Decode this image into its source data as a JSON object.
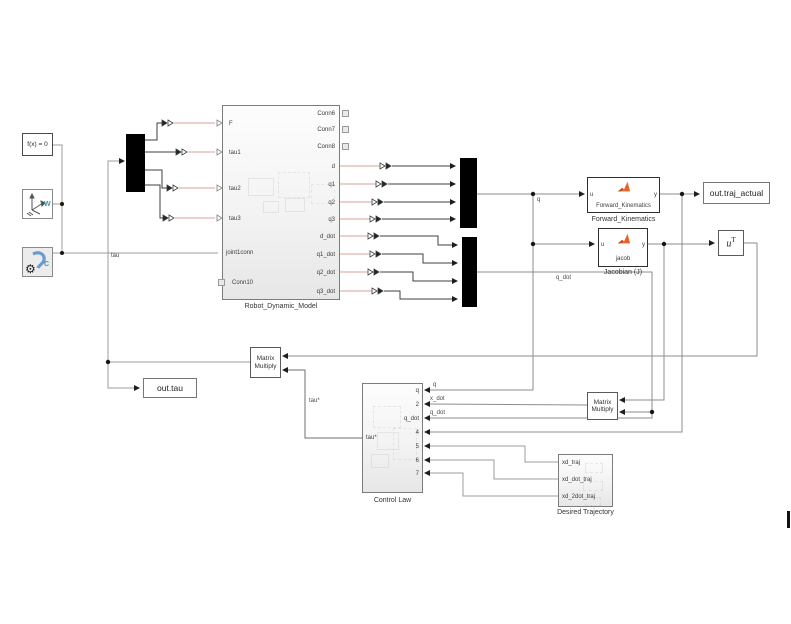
{
  "colors": {
    "physical_signal": "#d9a09a",
    "wire_dark": "#3f3f3f",
    "wire_gray": "#9e9e9e",
    "block_border": "#8a8a8a",
    "matlab_orange": "#e8632a",
    "mux_fill": "#000000",
    "port_teal": "#2fa0a8"
  },
  "solver": {
    "label": "f(x) = 0"
  },
  "world_frame": {
    "label": "W"
  },
  "mech_config": {
    "label": "C"
  },
  "robot": {
    "name": "Robot_Dynamic_Model",
    "inputs": [
      "F",
      "tau1",
      "tau2",
      "tau3",
      "joint1conn"
    ],
    "conn_in": "Conn10",
    "conn_outs": [
      "Conn6",
      "Conn7",
      "Conn8"
    ],
    "outputs": [
      "d",
      "q1",
      "q2",
      "q3",
      "d_dot",
      "q1_dot",
      "q2_dot",
      "q3_dot"
    ]
  },
  "fk": {
    "name": "Forward_Kinematics",
    "inner": "Forward_Kinematics",
    "in": "u",
    "out": "y"
  },
  "jacobian": {
    "name": "Jacobian (J)",
    "inner": "jacob",
    "in": "u",
    "out": "y"
  },
  "transpose": {
    "base": "u",
    "sup": "T"
  },
  "out_traj": {
    "label": "out.traj_actual"
  },
  "out_tau": {
    "label": "out.tau"
  },
  "matmul_left": {
    "l1": "Matrix",
    "l2": "Multiply"
  },
  "matmul_right": {
    "l1": "Matrix",
    "l2": "Multiply"
  },
  "control_law": {
    "name": "Control Law",
    "ports_right": [
      "q",
      "2",
      "q_dot",
      "4",
      "5",
      "6",
      "7"
    ],
    "port_left": "tau*"
  },
  "desired": {
    "name": "Desired Trajectory",
    "ports": [
      "xd_traj",
      "xd_dot_traj",
      "xd_2dot_traj"
    ]
  },
  "signals": {
    "tau": "tau",
    "q": "q",
    "q_dot": "q_dot",
    "q_cl": "q",
    "x_dot": "x_dot",
    "q_dot_cl": "q_dot",
    "tau_star": "tau*"
  }
}
